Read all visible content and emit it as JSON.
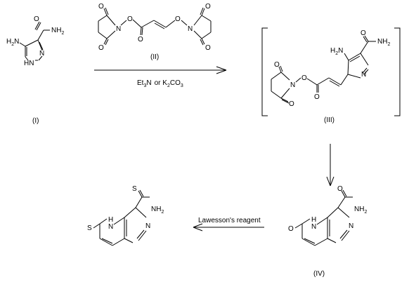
{
  "compounds": {
    "I": {
      "label": "(I)"
    },
    "II": {
      "label": "(II)"
    },
    "III": {
      "label": "(III)"
    },
    "IV": {
      "label": "(IV)"
    },
    "V": {
      "label": ""
    }
  },
  "conditions": {
    "step1_reagent_a": "Et",
    "step1_reagent_a_sub": "3",
    "step1_reagent_a_tail": "N",
    "step1_join": "or K",
    "step1_reagent_b_sub": "2",
    "step1_reagent_b_mid": "CO",
    "step1_reagent_b_sub2": "3",
    "step3_reagent": "Lawesson's reagent"
  },
  "atoms": {
    "H2N": "H",
    "H2N_sub": "2",
    "H2N_tail": "N",
    "NH2_a": "NH",
    "NH2_sub": "2",
    "HN": "HN",
    "N": "N",
    "H": "H",
    "O": "O",
    "S": "S"
  }
}
